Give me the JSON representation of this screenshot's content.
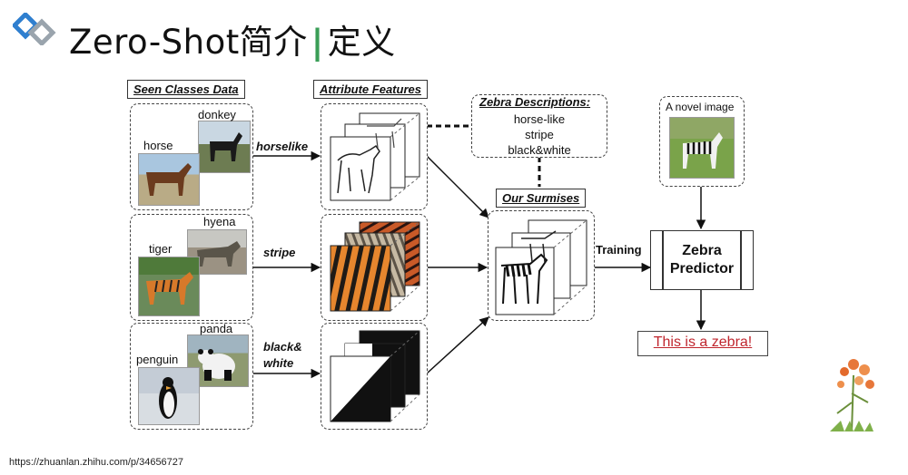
{
  "title": {
    "main": "Zero-Shot简介",
    "separator": "|",
    "sub": "定义"
  },
  "source_url": "https://zhuanlan.zhihu.com/p/34656727",
  "headers": {
    "seen_classes": "Seen Classes Data",
    "attribute_features": "Attribute Features",
    "zebra_descriptions": "Zebra Descriptions:",
    "our_surmises": "Our Surmises"
  },
  "seen_classes": [
    {
      "top": "donkey",
      "bottom": "horse"
    },
    {
      "top": "hyena",
      "bottom": "tiger"
    },
    {
      "top": "panda",
      "bottom": "penguin"
    }
  ],
  "attributes": [
    "horselike",
    "stripe",
    "black&\nwhite"
  ],
  "descriptions": [
    "horse-like",
    "stripe",
    "black&white"
  ],
  "novel_image_label": "A novel image",
  "training_label": "Training",
  "predictor": {
    "line1": "Zebra",
    "line2": "Predictor"
  },
  "result": "This is a zebra!",
  "colors": {
    "accent_green": "#3a9e57",
    "result_red": "#c0262e",
    "logo_blue": "#2f7fcf"
  }
}
